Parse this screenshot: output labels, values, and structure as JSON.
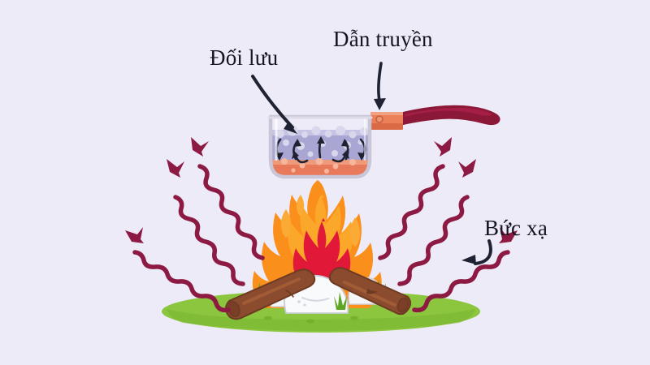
{
  "diagram": {
    "title_present": false,
    "background_color": "#eeebf8",
    "subject": "heat-transfer-diagram",
    "labels": [
      {
        "id": "convection",
        "text": "Đối lưu",
        "color": "#15151f",
        "points_to": "water-inside-pot"
      },
      {
        "id": "conduction",
        "text": "Dẫn truyền",
        "color": "#15151f",
        "points_to": "pot-handle-connector"
      },
      {
        "id": "radiation",
        "text": "Bức xạ",
        "color": "#15151f",
        "points_to": "radiation-waves-right"
      }
    ]
  },
  "colors": {
    "background": "#eeebf8",
    "radiation_wave": "#8c1a42",
    "handle": "#8c1838",
    "handle_highlight": "#a82048",
    "connector": "#ec8159",
    "connector_dark": "#d96a45",
    "pot_glass": "#f3f2f8",
    "pot_outline": "#c9c6d8",
    "water": "#a9a6d4",
    "water_light": "#c6c4e4",
    "bubble": "#d8d7ec",
    "hot_bottom": "#e8795a",
    "hot_bottom_light": "#f09a7c",
    "hot_bubble": "#f6b79c",
    "flame_outer": "#fb8f1c",
    "flame_mid": "#fba72a",
    "flame_inner": "#e11837",
    "flame_spark": "#fbab35",
    "ground_light": "#8cc63f",
    "ground_dark": "#76b52e",
    "log_body": "#8b4b2e",
    "log_light": "#a15c36",
    "log_end": "#7a3f26",
    "rock_light": "#f5f6f8",
    "rock_shadow": "#dcdee6",
    "grass": "#5fa524",
    "arrow_dark": "#1f2233"
  },
  "elements": {
    "pot": {
      "name": "saucepan",
      "parts": [
        "glass-body",
        "water",
        "bubbles",
        "convection-arrows",
        "hot-bottom",
        "handle",
        "handle-connector",
        "rivet"
      ],
      "convection_arrow_count": 6,
      "bubble_count": 18
    },
    "fire": {
      "name": "campfire-flame",
      "layers": [
        "outer-orange",
        "inner-red",
        "sparks"
      ],
      "spark_count": 3
    },
    "radiation": {
      "name": "radiation-waves",
      "left_wave_count": 3,
      "right_wave_count": 3,
      "total": 6
    },
    "ground": {
      "name": "grass-ground",
      "logs": 2,
      "rocks": 3,
      "grass_tufts": 4
    },
    "pointer_arrows": [
      {
        "id": "convection-pointer",
        "shape": "curved-down-right"
      },
      {
        "id": "conduction-pointer",
        "shape": "straight-down"
      },
      {
        "id": "radiation-pointer",
        "shape": "curved-left"
      }
    ]
  }
}
